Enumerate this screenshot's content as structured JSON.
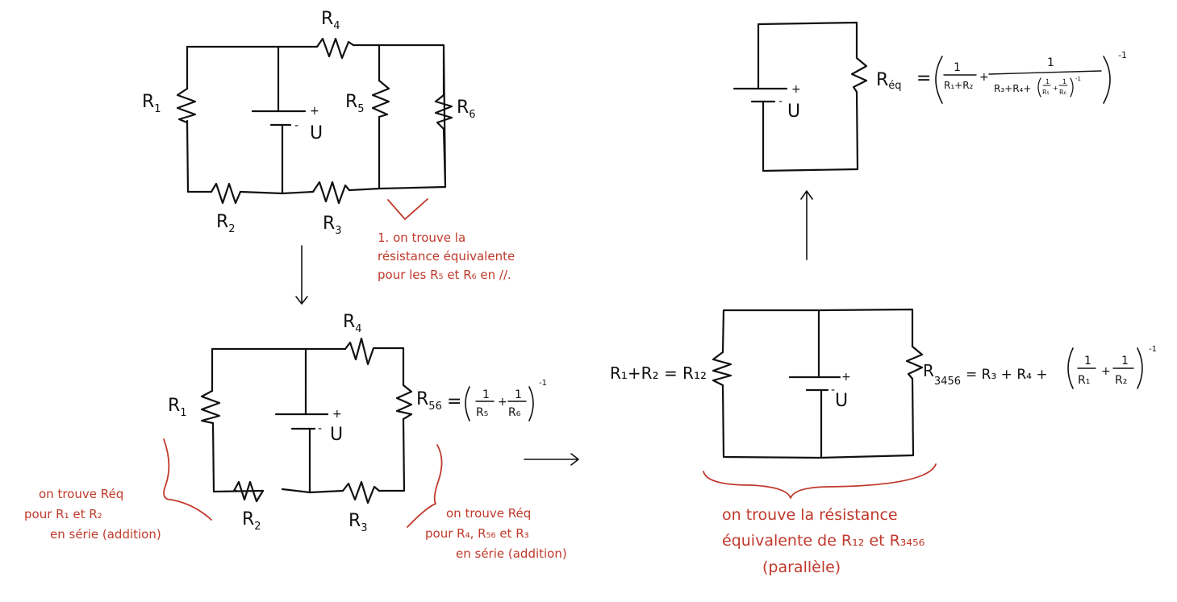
{
  "circuit1": {
    "labels": {
      "r1": "R",
      "r1s": "1",
      "r2": "R",
      "r2s": "2",
      "r3": "R",
      "r3s": "3",
      "r4": "R",
      "r4s": "4",
      "r5": "R",
      "r5s": "5",
      "r6": "R",
      "r6s": "6",
      "u": "U",
      "plus": "+",
      "minus": "-"
    },
    "note": [
      "1. on trouve la",
      "résistance équivalente",
      "pour les R₅ et R₆ en //."
    ]
  },
  "circuit2": {
    "labels": {
      "r1": "R",
      "r1s": "1",
      "r2": "R",
      "r2s": "2",
      "r3": "R",
      "r3s": "3",
      "r4": "R",
      "r4s": "4",
      "u": "U",
      "plus": "+",
      "minus": "-"
    },
    "equation": {
      "lhs": "R",
      "lhs_sub": "56",
      "eq": "=",
      "num1": "1",
      "den1": "R₅",
      "plus": "+",
      "num2": "1",
      "den2": "R₆",
      "exp": "-1"
    },
    "note_left": [
      "on trouve Réq",
      "pour R₁ et R₂",
      "en série (addition)"
    ],
    "note_right": [
      "on trouve Réq",
      "pour R₄, R₅₆ et R₃",
      "en série (addition)"
    ]
  },
  "circuit3": {
    "labels": {
      "u": "U",
      "plus": "+",
      "minus": "-"
    },
    "left_equation": "R₁+R₂ = R₁₂",
    "right_equation": {
      "lhs": "R",
      "lhs_sub": "3456",
      "rhs_prefix": "= R₃ + R₄ +",
      "num1": "1",
      "den1": "R₁",
      "plus": "+",
      "num2": "1",
      "den2": "R₂",
      "exp": "-1"
    },
    "note": [
      "on trouve la résistance",
      "équivalente de R₁₂ et R₃₄₅₆",
      "(parallèle)"
    ]
  },
  "circuit4": {
    "labels": {
      "u": "U",
      "plus": "+",
      "minus": "-"
    },
    "equation": {
      "lhs": "R",
      "lhs_sub": "éq",
      "eq": "=",
      "num1": "1",
      "den1": "R₁+R₂",
      "plus": "+",
      "num2": "1",
      "den2_prefix": "R₃+R₄+",
      "inner_num1": "1",
      "inner_den1": "R₅",
      "inner_num2": "1",
      "inner_den2": "R₆",
      "inner_exp": "-1",
      "exp": "-1"
    }
  },
  "arrows": [
    "down",
    "right",
    "up"
  ]
}
